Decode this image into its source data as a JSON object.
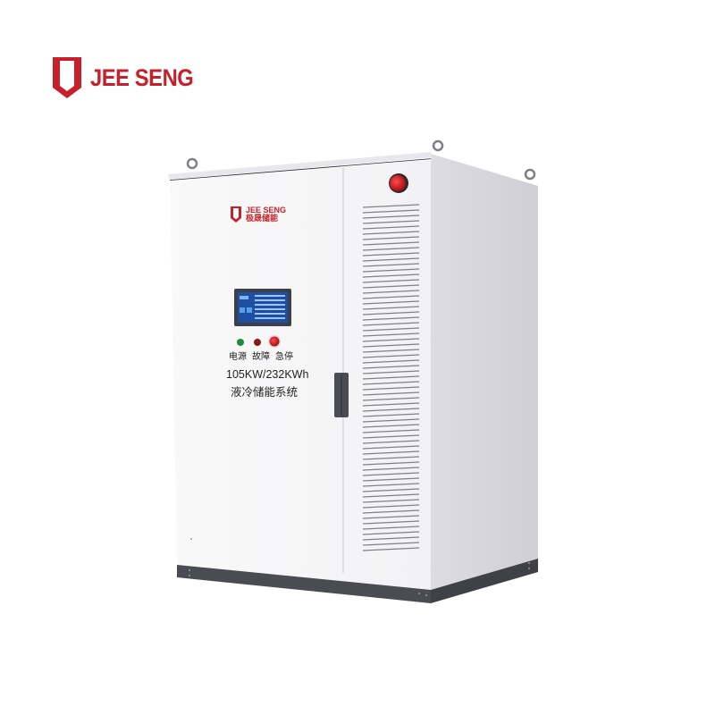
{
  "brand": {
    "name": "JEE SENG",
    "color": "#c8202a"
  },
  "product": {
    "door_logo": {
      "name_en": "JEE SENG",
      "name_cn": "极晟储能"
    },
    "indicators": [
      {
        "label": "电源",
        "color": "#1f8a3a"
      },
      {
        "label": "故障",
        "color": "#8a1a1a"
      },
      {
        "label": "急停",
        "color": "#d32222"
      }
    ],
    "spec": "105KW/232KWh",
    "title_cn": "液冷储能系统"
  },
  "colors": {
    "cabinet_front": "#f7f7f8",
    "cabinet_side": "#d3d3d8",
    "base": "#4a4c52",
    "screen": "#1e4fa0",
    "accent_red": "#c8202a"
  }
}
